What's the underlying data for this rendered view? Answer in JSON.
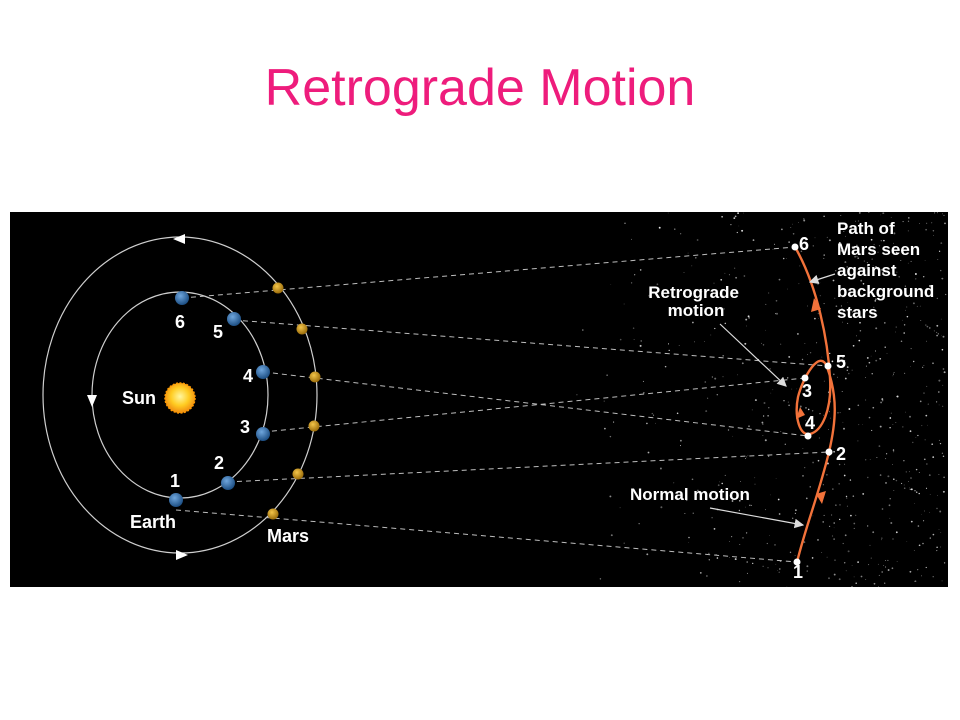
{
  "title": "Retrograde Motion",
  "labels": {
    "sun": "Sun",
    "earth": "Earth",
    "mars": "Mars",
    "retrograde": [
      "Retrograde",
      "motion"
    ],
    "normal": "Normal motion",
    "path_caption": [
      "Path of",
      "Mars seen",
      "against",
      "background",
      "stars"
    ]
  },
  "positions": {
    "earth": [
      "1",
      "2",
      "3",
      "4",
      "5",
      "6"
    ],
    "sky": [
      "1",
      "2",
      "3",
      "4",
      "5",
      "6"
    ]
  },
  "colors": {
    "title": "#ee1c7c",
    "earth": "#2e6fae",
    "mars": "#c89a1c",
    "path": "#f2723a",
    "sun": "#ffcc22"
  }
}
